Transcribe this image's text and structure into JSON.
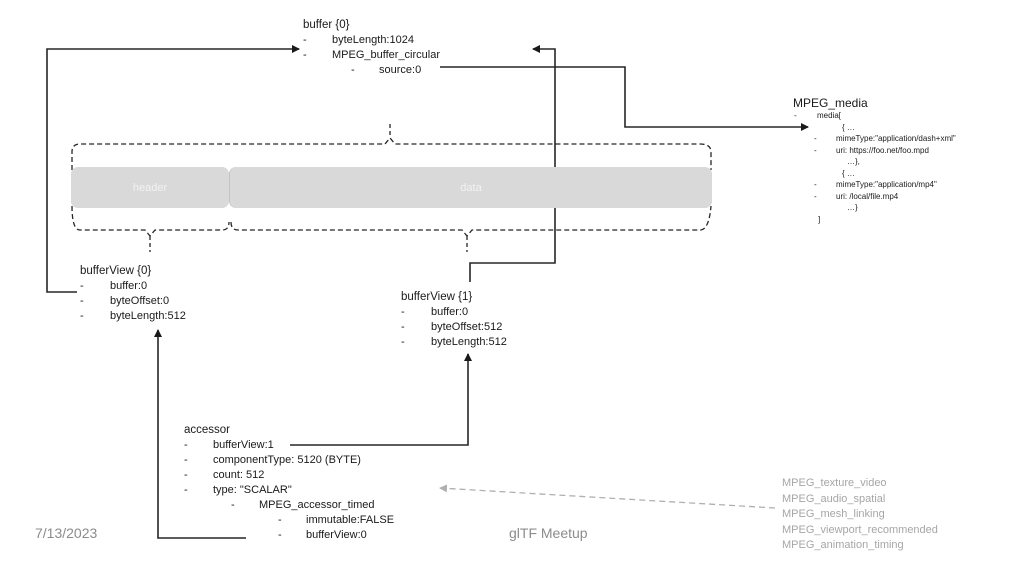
{
  "buffer": {
    "title": "buffer {0}",
    "fields": [
      {
        "dash": "-",
        "text": "byteLength:1024"
      },
      {
        "dash": "-",
        "text": "MPEG_buffer_circular"
      }
    ],
    "sub_fields": [
      {
        "dash": "-",
        "text": "source:0"
      }
    ]
  },
  "segments": {
    "header": "header",
    "data": "data"
  },
  "buffer_view_0": {
    "title": "bufferView {0}",
    "fields": [
      {
        "dash": "-",
        "text": "buffer:0"
      },
      {
        "dash": "-",
        "text": "byteOffset:0"
      },
      {
        "dash": "-",
        "text": "byteLength:512"
      }
    ]
  },
  "buffer_view_1": {
    "title": "bufferView {1}",
    "fields": [
      {
        "dash": "-",
        "text": "buffer:0"
      },
      {
        "dash": "-",
        "text": "byteOffset:512"
      },
      {
        "dash": "-",
        "text": "byteLength:512"
      }
    ]
  },
  "accessor": {
    "title": "accessor",
    "fields": [
      {
        "dash": "-",
        "text": "bufferView:1"
      },
      {
        "dash": "-",
        "text": "componentType: 5120 (BYTE)"
      },
      {
        "dash": "-",
        "text": "count: 512"
      },
      {
        "dash": "-",
        "text": "type: \"SCALAR\""
      }
    ],
    "extension": {
      "dash": "-",
      "text": "MPEG_accessor_timed"
    },
    "extension_fields": [
      {
        "dash": "-",
        "text": "immutable:FALSE"
      },
      {
        "dash": "-",
        "text": "bufferView:0"
      }
    ]
  },
  "mpeg_media": {
    "title": "MPEG_media",
    "media_dash": "-",
    "media_label": "media[",
    "lines": [
      {
        "dash": "",
        "text": "{ …"
      },
      {
        "dash": "-",
        "text": "mimeType:\"application/dash+xml\""
      },
      {
        "dash": "-",
        "text": "uri: https://foo.net/foo.mpd"
      },
      {
        "dash": "",
        "text": "…},"
      },
      {
        "dash": "",
        "text": "{ …"
      },
      {
        "dash": "-",
        "text": "mimeType:\"application/mp4\""
      },
      {
        "dash": "-",
        "text": "uri: /local/file.mp4"
      },
      {
        "dash": "",
        "text": "…}"
      }
    ],
    "close": "]"
  },
  "extensions_list": [
    "MPEG_texture_video",
    "MPEG_audio_spatial",
    "MPEG_mesh_linking",
    "MPEG_viewport_recommended",
    "MPEG_animation_timing"
  ],
  "footer": {
    "date": "7/13/2023",
    "event": "glTF Meetup"
  },
  "colors": {
    "wire": "#262626",
    "segment": "#d9d9d9",
    "muted": "#a6a6a6"
  }
}
